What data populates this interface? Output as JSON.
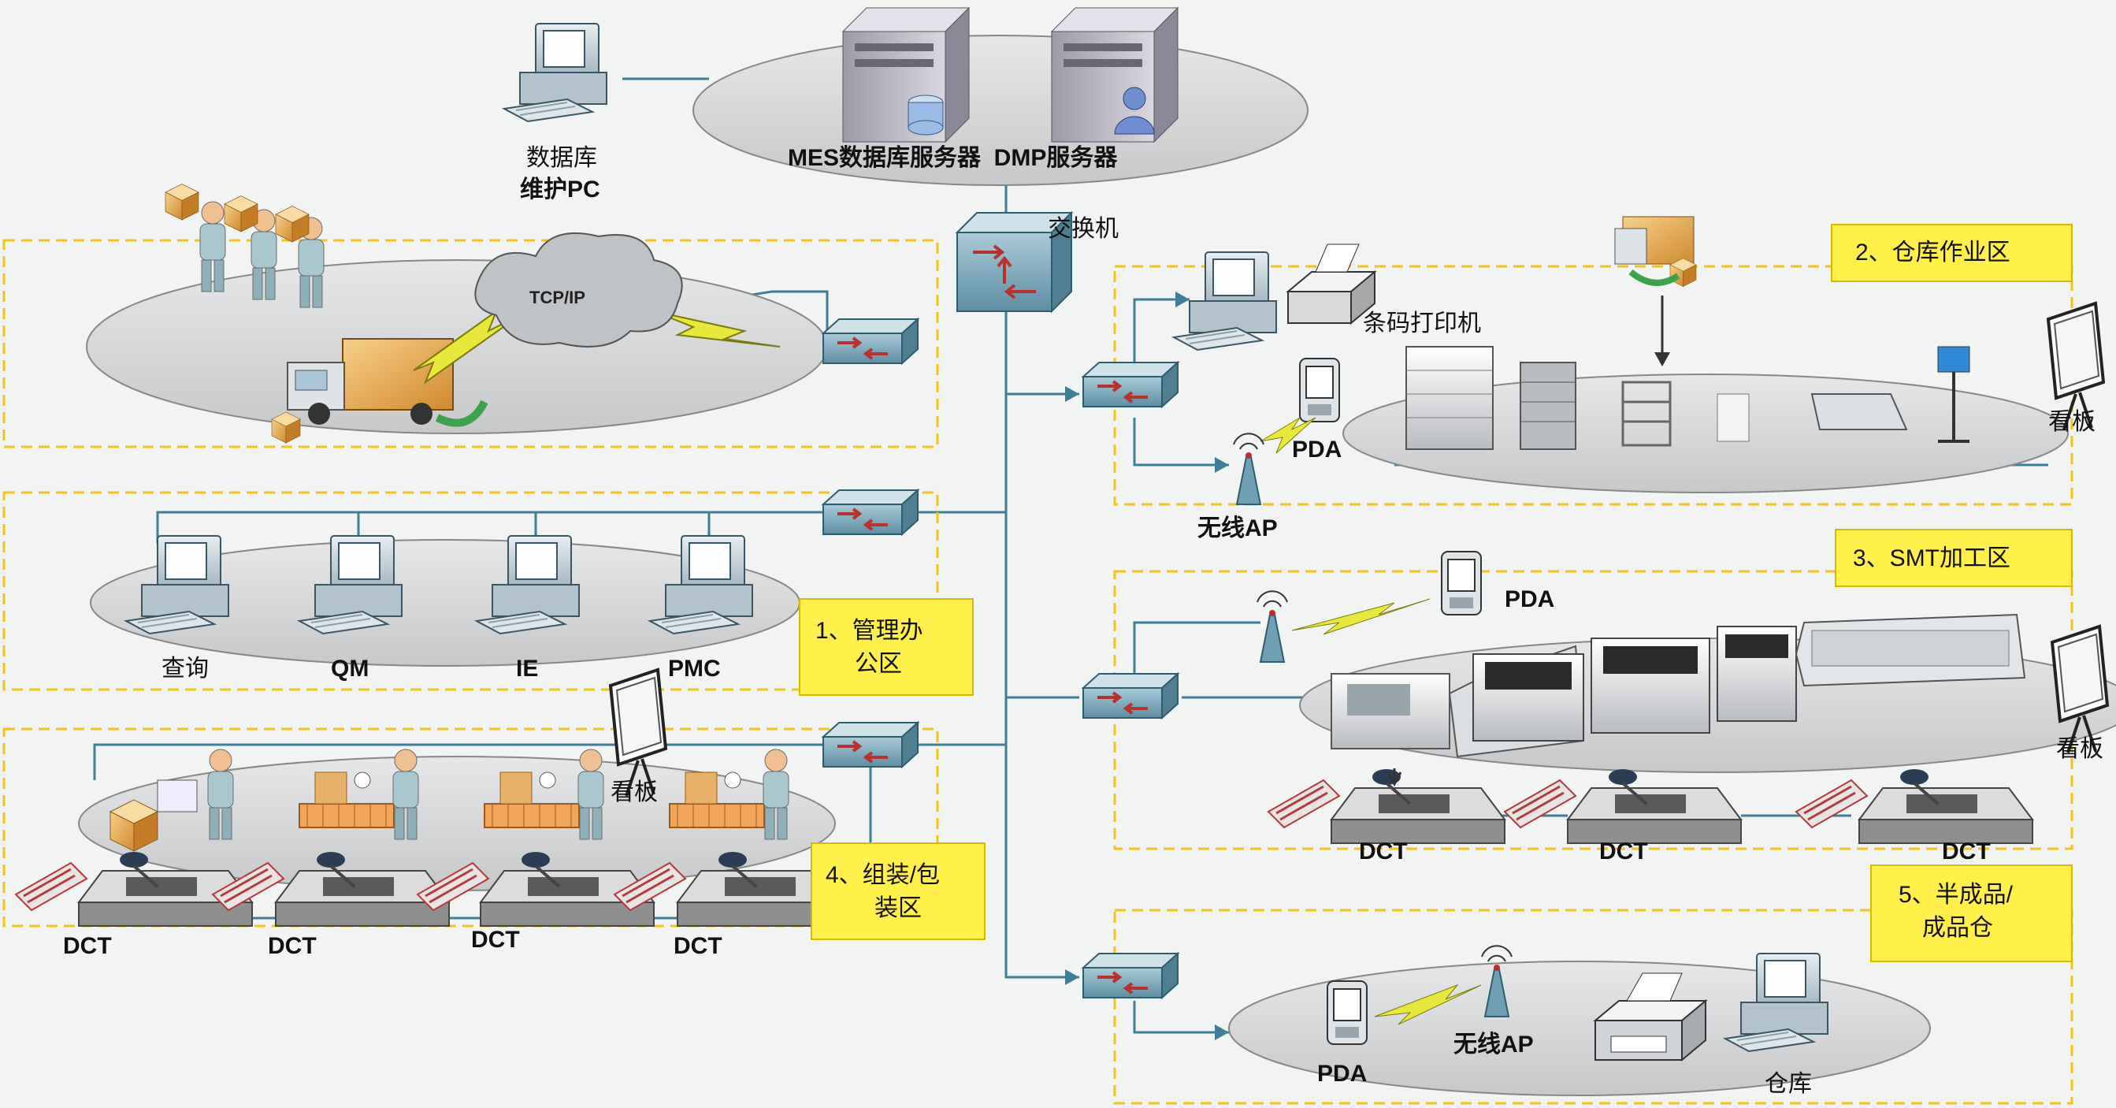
{
  "core": {
    "db_pc_line1": "数据库",
    "db_pc_line2": "维护PC",
    "servers_label": "MES数据库服务器  DMP服务器",
    "switch_label": "交换机"
  },
  "logistics": {
    "cloud_label": "TCP/IP"
  },
  "office": {
    "zone_line1": "1、管理办",
    "zone_line2": "公区",
    "pc_labels": [
      "查询",
      "QM",
      "IE",
      "PMC"
    ]
  },
  "assembly": {
    "zone_line1": "4、组装/包",
    "zone_line2": "装区",
    "board_label": "看板",
    "dct_labels": [
      "DCT",
      "DCT",
      "DCT",
      "DCT"
    ]
  },
  "warehouse": {
    "zone_label": "2、仓库作业区",
    "printer_label": "条码打印机",
    "pda_label": "PDA",
    "ap_label": "无线AP",
    "board_label": "看板"
  },
  "smt": {
    "zone_label": "3、SMT加工区",
    "pda_label": "PDA",
    "board_label": "看板",
    "dct_labels": [
      "DCT",
      "DCT",
      "DCT"
    ]
  },
  "store": {
    "zone_line1": "5、半成品/",
    "zone_line2": "成品仓",
    "pda_label": "PDA",
    "ap_label": "无线AP",
    "pc_label": "仓库"
  },
  "colors": {
    "ellipse": "#d2d4d6",
    "zone_border": "#f0c419",
    "zone_label_bg": "#fff04a",
    "switch": "#6f9fb4",
    "line": "#3f7f95"
  }
}
